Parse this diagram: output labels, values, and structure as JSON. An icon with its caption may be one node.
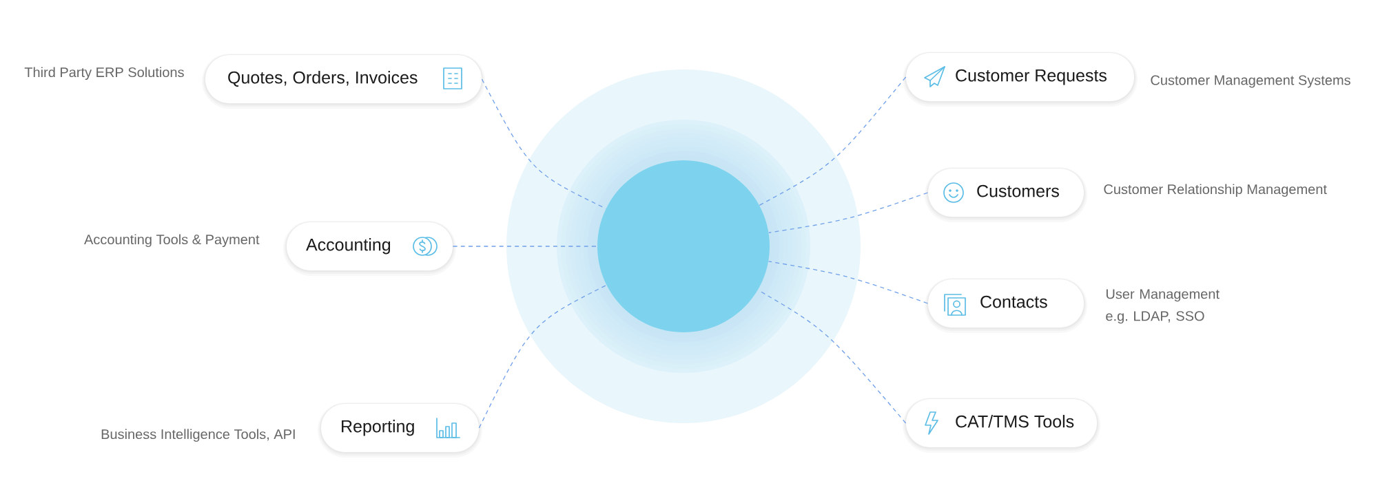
{
  "diagram": {
    "nodes": [
      {
        "text": [
          "Quotes, Orders, Invoices"
        ],
        "beside": [
          "Third Party ERP Solutions"
        ]
      },
      {
        "text": [
          "Customer Requests"
        ],
        "beside": [
          "Customer Management Systems"
        ]
      },
      {
        "text": [
          "Customers"
        ],
        "beside": [
          "Customer Relationship Management"
        ]
      },
      {
        "text": [
          "Accounting"
        ],
        "beside": [
          "Accounting Tools & Payment"
        ]
      },
      {
        "text": [],
        "shape": "circle"
      },
      {
        "text": [
          "Contacts"
        ],
        "beside": [
          "User Management e.g. LDAP, SSO"
        ]
      },
      {
        "text": [
          "Reporting"
        ],
        "beside": [
          "Business Intelligence Tools, API"
        ]
      },
      {
        "text": [
          "CAT/TMS Tools"
        ]
      }
    ],
    "edges": [
      {
        "from": 0,
        "to": 4,
        "arrow": "none",
        "style": "dashed"
      },
      {
        "from": 1,
        "to": 4,
        "arrow": "none",
        "style": "dashed"
      },
      {
        "from": 2,
        "to": 4,
        "arrow": "none",
        "style": "dashed"
      },
      {
        "from": 3,
        "to": 4,
        "arrow": "none",
        "style": "dashed"
      },
      {
        "from": 5,
        "to": 4,
        "arrow": "none",
        "style": "dashed"
      },
      {
        "from": 6,
        "to": 4,
        "arrow": "none",
        "style": "dashed"
      },
      {
        "from": 7,
        "to": 4,
        "arrow": "none",
        "style": "dashed"
      }
    ]
  }
}
